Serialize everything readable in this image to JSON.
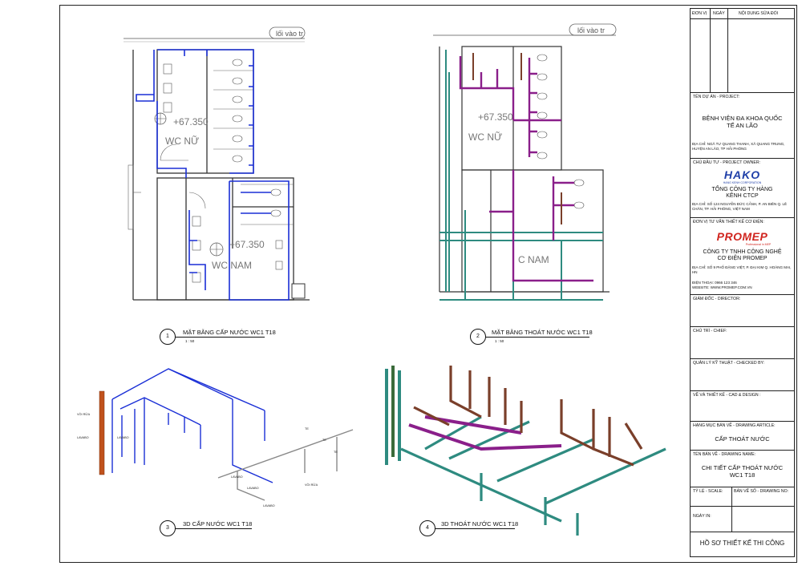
{
  "sheet": {
    "views": [
      {
        "num": "1",
        "title": "MẶT BẰNG CẤP NƯỚC WC1 T18",
        "scale": "1 : 50"
      },
      {
        "num": "2",
        "title": "MẶT BẰNG THOÁT NƯỚC WC1 T18",
        "scale": "1 : 50"
      },
      {
        "num": "3",
        "title": "3D CẤP NƯỚC WC1 T18",
        "scale": ""
      },
      {
        "num": "4",
        "title": "3D THOÁT NƯỚC WC1 T18",
        "scale": ""
      }
    ],
    "plan_labels": {
      "exit": "lối vào tr",
      "elevation": "+67.350",
      "wc_female": "WC NỮ",
      "wc_male": "WC NAM",
      "wc_male_alt": "C NAM"
    },
    "iso_labels": {
      "lavabo": "LAVABO",
      "voi_rua": "VÒI RỬA",
      "te": "TE"
    },
    "colors": {
      "supply": "#1a2fd6",
      "drain_purple": "#8a1f8a",
      "drain_teal": "#2e8b80",
      "drain_brown": "#7a3f2a",
      "wall": "#333333"
    }
  },
  "title_block": {
    "rev_headers": [
      "ĐƠN VỊ",
      "NGÀY",
      "NỘI DUNG SỬA ĐỔI"
    ],
    "project_label": "TÊN DỰ ÁN - PROJECT:",
    "project_name": "BỆNH VIỆN ĐA KHOA QUỐC TẾ AN LÃO",
    "project_address": "ĐỊA CHỈ: NGÃ TƯ QUANG THANH, XÃ QUANG TRUNG, HUYỆN AN LÃO, TP HẢI PHÒNG",
    "owner_label": "CHỦ ĐẦU TƯ - PROJECT OWNER:",
    "owner_logo": "HAKO",
    "owner_logo_sub": "HANG KENH CORPORATION",
    "owner_name": "TỔNG CÔNG TY HÀNG KÊNH CTCP",
    "owner_address": "ĐỊA CHỈ: SỐ 124 NGUYỄN ĐỨC CẢNH, P. AN BIÊN Q. LÊ CHÂN, TP. HẢI PHÒNG, VIỆT NAM",
    "designer_label": "ĐƠN VỊ TƯ VẤN THIẾT KẾ CƠ ĐIỆN:",
    "designer_logo": "PROMEP",
    "designer_logo_sub": "Professional in MEP",
    "designer_name": "CÔNG TY TNHH CÔNG NGHỆ CƠ ĐIỆN PROMEP",
    "designer_address": "ĐỊA CHỈ: SỐ 9 PHỐ ĐẶNG VIỆT, P. ĐẠI KIM Q. HOÀNG MAI, HN",
    "designer_phone": "ĐIỆN THOẠI: 0966 123 346",
    "designer_web": "WEBSITE: WWW.PROMEP.COM.VN",
    "director": "GIÁM ĐỐC - DIRECTOR:",
    "chief": "CHỦ TRÌ - CHIEF:",
    "checked": "QUẢN LÝ KỸ THUẬT - CHECKED BY:",
    "cad": "VẼ VÀ THIẾT KẾ - CAD & DESIGN :",
    "article_label": "HẠNG MỤC BẢN VẼ - DRAWING ARTICLE:",
    "article": "CẤP THOÁT NƯỚC",
    "drawing_name_label": "TÊN BẢN VẼ - DRAWING NAME:",
    "drawing_name": "CHI TIẾT CẤP THOÁT NƯỚC WC1 T18",
    "scale_label": "TỶ LỆ - SCALE:",
    "drawing_no_label": "BẢN VẼ SỐ - DRAWING NO:",
    "date_label": "NGÀY IN:",
    "stage": "HỒ SƠ THIẾT KẾ THI CÔNG"
  }
}
